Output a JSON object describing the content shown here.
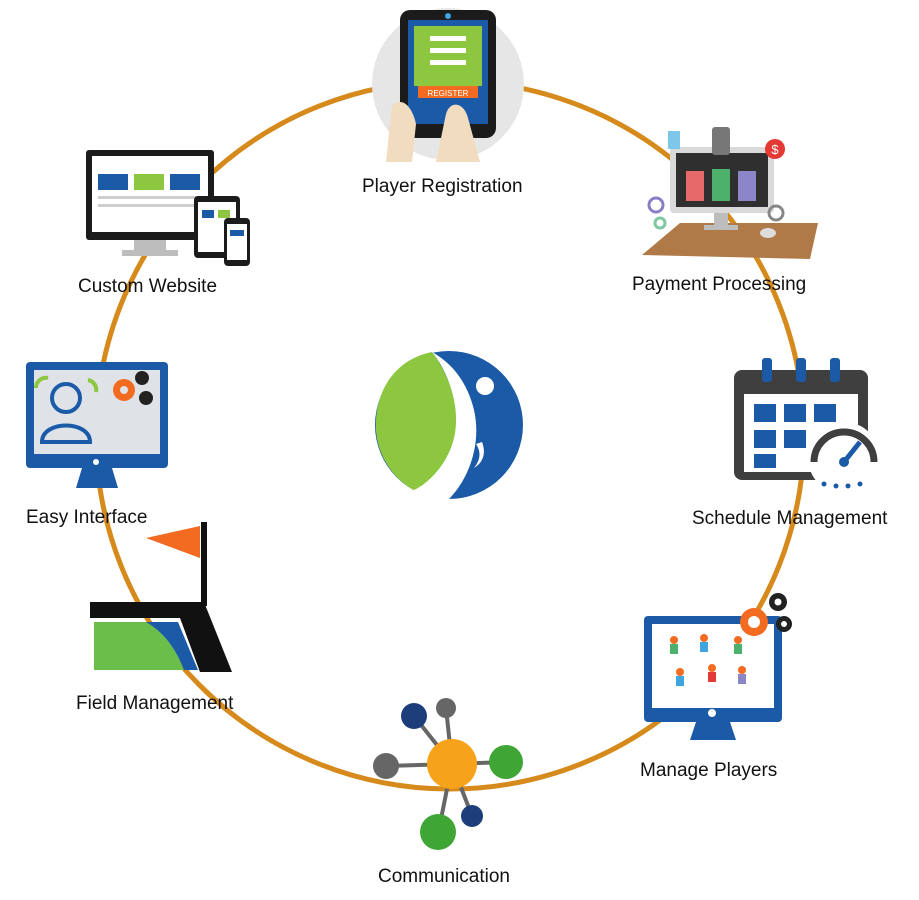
{
  "diagram": {
    "colors": {
      "ring": "#d68a1c",
      "brand_blue": "#1b5aa6",
      "brand_green": "#8dc63f",
      "accent_orange": "#f26b21",
      "node_orange": "#f7a21b",
      "node_green": "#3fa535",
      "node_gray": "#666666",
      "dark_blue": "#1d3e7a"
    },
    "center": {
      "icon": "brand-logo-icon"
    },
    "features": [
      {
        "id": "player-registration",
        "label": "Player Registration",
        "icon": "tablet-register-icon",
        "button_text": "REGISTER"
      },
      {
        "id": "payment-processing",
        "label": "Payment Processing",
        "icon": "payment-desktop-icon",
        "currency_symbol": "$"
      },
      {
        "id": "schedule-management",
        "label": "Schedule Management",
        "icon": "calendar-gauge-icon"
      },
      {
        "id": "manage-players",
        "label": "Manage Players",
        "icon": "players-monitor-icon"
      },
      {
        "id": "communication",
        "label": "Communication",
        "icon": "network-nodes-icon"
      },
      {
        "id": "field-management",
        "label": "Field Management",
        "icon": "field-flag-icon"
      },
      {
        "id": "easy-interface",
        "label": "Easy Interface",
        "icon": "user-monitor-icon"
      },
      {
        "id": "custom-website",
        "label": "Custom Website",
        "icon": "responsive-devices-icon"
      }
    ]
  }
}
